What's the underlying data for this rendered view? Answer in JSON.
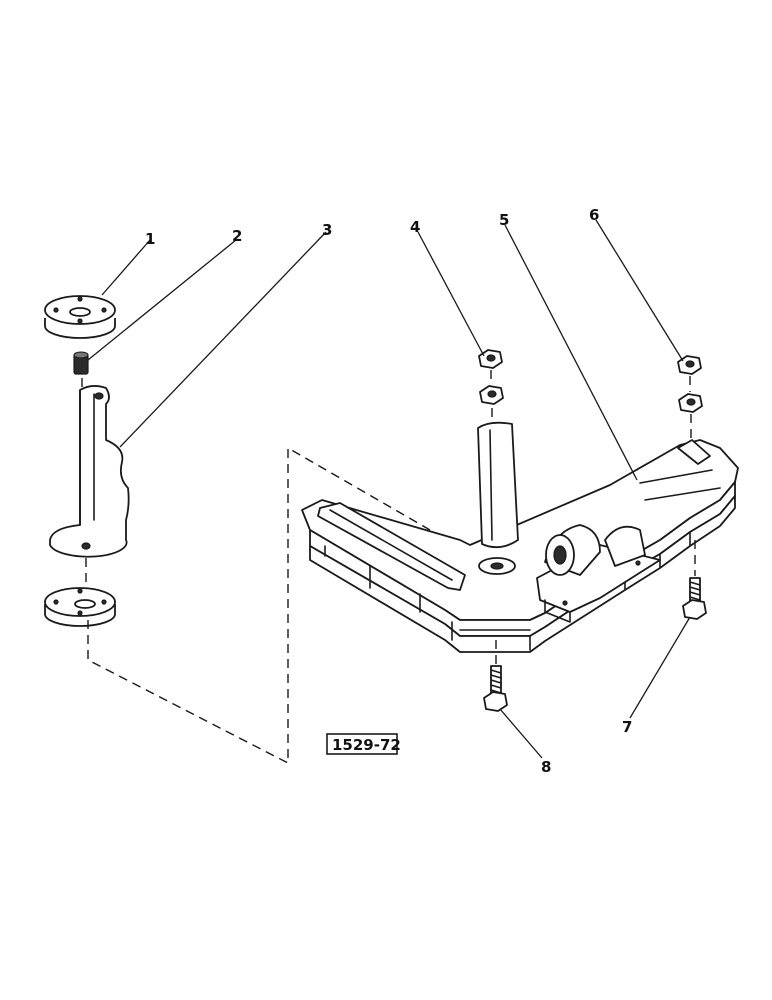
{
  "callouts": [
    {
      "id": "callout-1",
      "label": "1"
    },
    {
      "id": "callout-2",
      "label": "2"
    },
    {
      "id": "callout-3",
      "label": "3"
    },
    {
      "id": "callout-4",
      "label": "4"
    },
    {
      "id": "callout-5",
      "label": "5"
    },
    {
      "id": "callout-6",
      "label": "6"
    },
    {
      "id": "callout-7",
      "label": "7"
    },
    {
      "id": "callout-8",
      "label": "8"
    }
  ],
  "drawing_number": "1529-72"
}
